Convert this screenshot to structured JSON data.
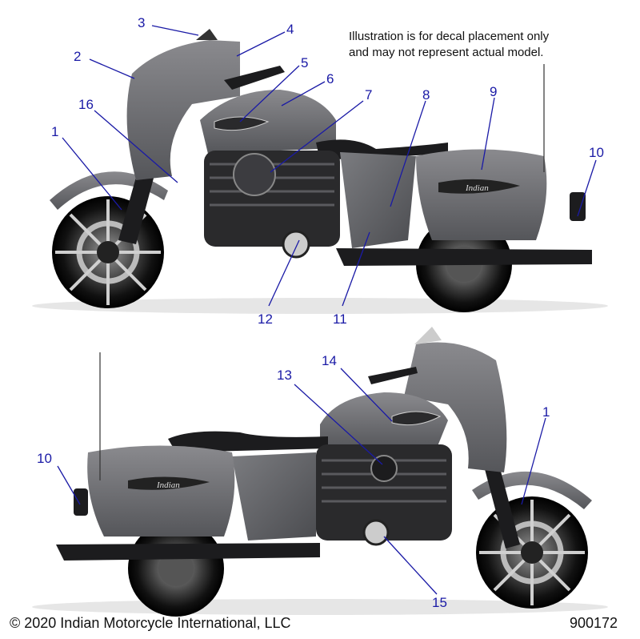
{
  "notice": {
    "line1": "Illustration is for decal placement only",
    "line2": "and may not represent actual model."
  },
  "footer": {
    "copyright": "© 2020 Indian Motorcycle International, LLC",
    "diagram_number": "900172"
  },
  "brand_script": "Indian",
  "colors": {
    "callout": "#1a1aa6",
    "body_paint": "#6e6e72",
    "black_parts": "#1c1c1e"
  },
  "callouts": [
    {
      "id": "c1a",
      "label": "1"
    },
    {
      "id": "c2",
      "label": "2"
    },
    {
      "id": "c3",
      "label": "3"
    },
    {
      "id": "c4",
      "label": "4"
    },
    {
      "id": "c5",
      "label": "5"
    },
    {
      "id": "c6",
      "label": "6"
    },
    {
      "id": "c7",
      "label": "7"
    },
    {
      "id": "c8",
      "label": "8"
    },
    {
      "id": "c9",
      "label": "9"
    },
    {
      "id": "c10a",
      "label": "10"
    },
    {
      "id": "c11",
      "label": "11"
    },
    {
      "id": "c12",
      "label": "12"
    },
    {
      "id": "c16",
      "label": "16"
    },
    {
      "id": "c13",
      "label": "13"
    },
    {
      "id": "c14",
      "label": "14"
    },
    {
      "id": "c15",
      "label": "15"
    },
    {
      "id": "c10b",
      "label": "10"
    },
    {
      "id": "c1b",
      "label": "1"
    }
  ]
}
